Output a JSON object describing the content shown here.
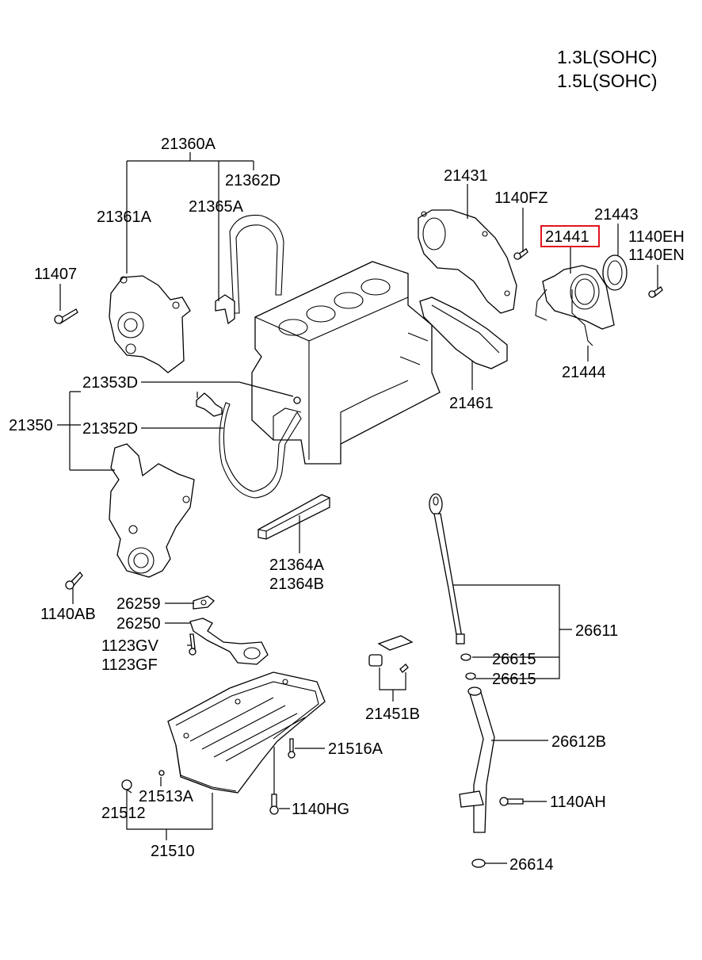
{
  "header": {
    "line1": "1.3L(SOHC)",
    "line2": "1.5L(SOHC)"
  },
  "highlight_color": "#e0141e",
  "labels": {
    "p21360A": "21360A",
    "p21362D": "21362D",
    "p21365A": "21365A",
    "p21361A": "21361A",
    "p11407": "11407",
    "p21353D": "21353D",
    "p21350": "21350",
    "p21352D": "21352D",
    "p1140AB": "1140AB",
    "p21364A": "21364A",
    "p21364B": "21364B",
    "p26259": "26259",
    "p26250": "26250",
    "p1123GV": "1123GV",
    "p1123GF": "1123GF",
    "p21516A": "21516A",
    "p21513A": "21513A",
    "p21512": "21512",
    "p21510": "21510",
    "p1140HG": "1140HG",
    "p21451B": "21451B",
    "p21431": "21431",
    "p1140FZ": "1140FZ",
    "p21443": "21443",
    "p21441": "21441",
    "p1140EH": "1140EH",
    "p1140EN": "1140EN",
    "p21444": "21444",
    "p21461": "21461",
    "p26611": "26611",
    "p26615a": "26615",
    "p26615b": "26615",
    "p26612B": "26612B",
    "p1140AH": "1140AH",
    "p26614": "26614"
  }
}
